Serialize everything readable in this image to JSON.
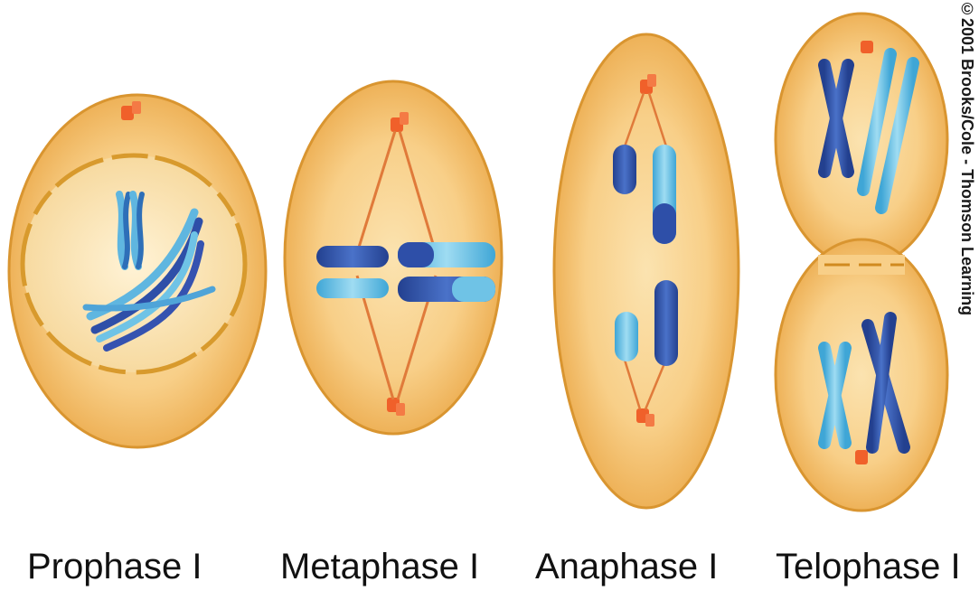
{
  "labels": {
    "prophase": "Prophase I",
    "metaphase": "Metaphase I",
    "anaphase": "Anaphase I",
    "telophase": "Telophase I"
  },
  "credit": "©2001 Brooks/Cole - Thomson Learning",
  "colors": {
    "cell_fill": "#f7c77d",
    "cell_edge": "#e0a340",
    "centrosome": "#f0602a",
    "chromosome_dark": "#2e4fa8",
    "chromosome_light": "#6fc3e6"
  }
}
